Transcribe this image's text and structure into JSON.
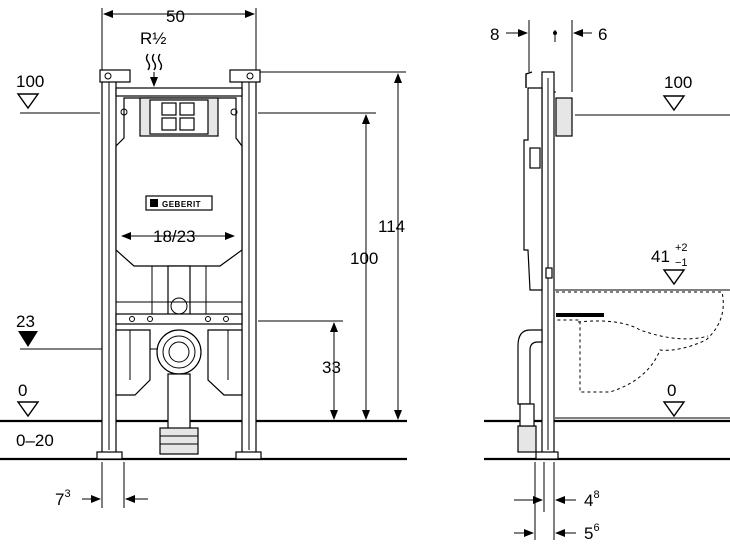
{
  "front_view": {
    "width_dim": "50",
    "supply": "R½",
    "brand": "GEBERIT",
    "flush_range": "18/23",
    "height_total": "114",
    "height_mid": "100",
    "height_low": "33",
    "level_top": "100",
    "level_23": "23",
    "level_zero": "0",
    "floor_range": "0–20",
    "foot_offset_base": "7",
    "foot_offset_exp": "3"
  },
  "side_view": {
    "dim_left": "8",
    "dim_right": "6",
    "level_top": "100",
    "seat_base": "41",
    "seat_tol_plus": "+2",
    "seat_tol_minus": "−1",
    "level_zero": "0",
    "bottom_dim1_base": "4",
    "bottom_dim1_exp": "8",
    "bottom_dim2_base": "5",
    "bottom_dim2_exp": "6"
  }
}
